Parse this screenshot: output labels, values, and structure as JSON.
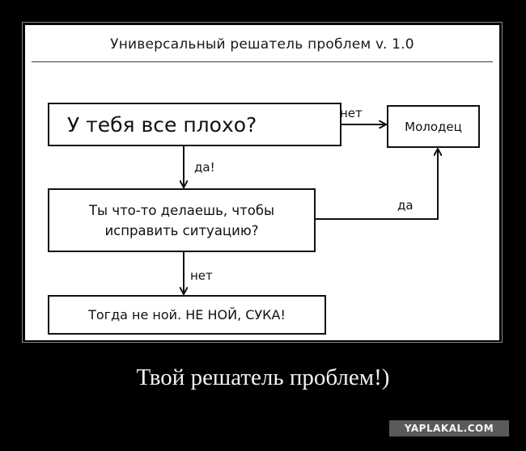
{
  "poster": {
    "title": "Универсальный решатель проблем v. 1.0",
    "caption": "Твой решатель проблем!)",
    "watermark": "YAPLAKAL.COM"
  },
  "flowchart": {
    "nodes": {
      "question_1": "У тебя все плохо?",
      "result_good": "Молодец",
      "question_2": "Ты что-то делаешь, чтобы\nисправить ситуацию?",
      "result_final": "Тогда не ной. НЕ НОЙ, СУКА!"
    },
    "edges": {
      "q1_to_good": "нет",
      "q1_to_q2": "да!",
      "q2_to_good": "да",
      "q2_to_final": "нет"
    }
  }
}
